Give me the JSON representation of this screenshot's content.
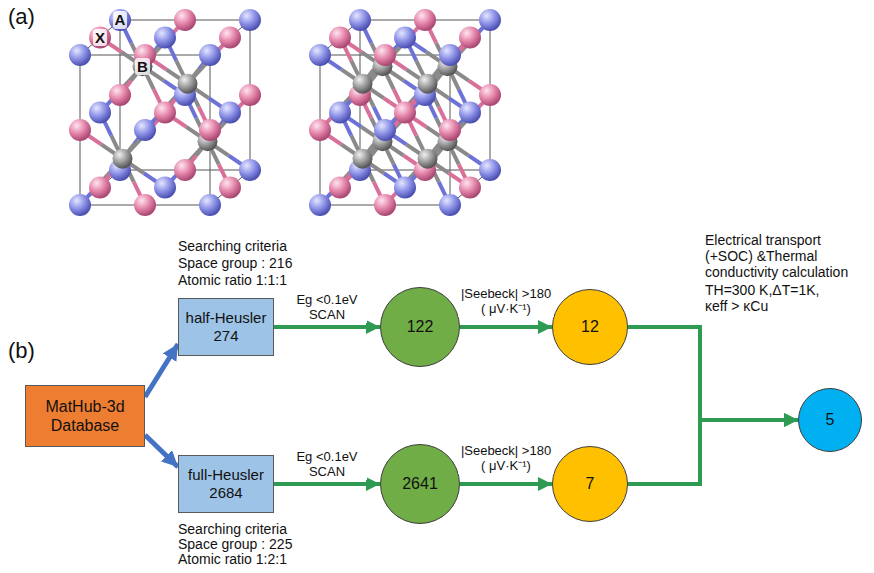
{
  "diagram": {
    "nodes": [
      {
        "text": [
          "MatHub-3d Database"
        ]
      },
      {
        "text": [
          "half-Heusler",
          "274"
        ]
      },
      {
        "text": [
          "full-Heusler",
          "2684"
        ]
      },
      {
        "text": [
          "122"
        ]
      },
      {
        "text": [
          "2641"
        ]
      },
      {
        "text": [
          "12"
        ]
      },
      {
        "text": [
          "7"
        ]
      },
      {
        "text": [
          "5"
        ]
      }
    ],
    "edges": [
      {
        "from": 0,
        "to": 1,
        "arrow": "to"
      },
      {
        "from": 0,
        "to": 2,
        "arrow": "to"
      },
      {
        "from": 1,
        "to": 3,
        "arrow": "to",
        "label": "Eg <0.1eV SCAN"
      },
      {
        "from": 2,
        "to": 4,
        "arrow": "to",
        "label": "Eg <0.1eV SCAN"
      },
      {
        "from": 3,
        "to": 5,
        "arrow": "to",
        "label": "|Seebeck| >180 ( μV·K⁻¹)"
      },
      {
        "from": 4,
        "to": 6,
        "arrow": "to",
        "label": "|Seebeck| >180 ( μV·K⁻¹)"
      },
      {
        "from": 5,
        "to": 7,
        "arrow": "to"
      },
      {
        "from": 6,
        "to": 7,
        "arrow": "to"
      }
    ],
    "labels": [
      "(a)",
      "(b)",
      "X",
      "A",
      "B",
      "Searching criteria",
      "Space group : 216",
      "Atomic ratio 1:1:1",
      "Searching criteria",
      "Space group : 225",
      "Atomic ratio 1:2:1",
      "Electrical transport",
      "(+SOC) &Thermal",
      "conductivity calculation",
      "TH=300 K,ΔT=1K,",
      "κeff > κCu"
    ]
  }
}
